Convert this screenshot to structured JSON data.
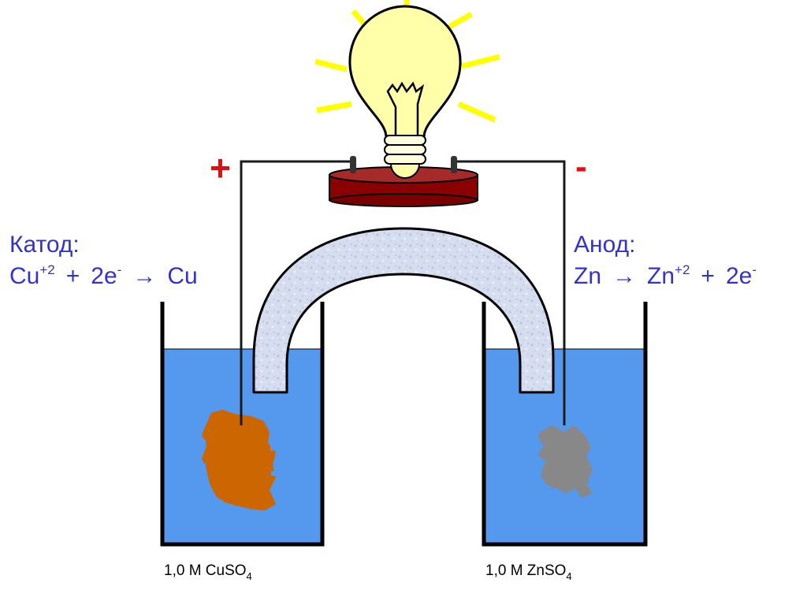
{
  "cathode": {
    "title": "Катод:",
    "eq_cu": "Cu",
    "eq_charge": "+2",
    "eq_plus": "+",
    "eq_2e": "2e",
    "eq_minus": "-",
    "eq_arrow": "→",
    "eq_product": "Cu"
  },
  "anode": {
    "title": "Анод:",
    "eq_zn": "Zn",
    "eq_arrow": "→",
    "eq_zn2": "Zn",
    "eq_charge": "+2",
    "eq_plus": "+",
    "eq_2e": "2e",
    "eq_minus": "-"
  },
  "terminals": {
    "positive": "+",
    "negative": "-"
  },
  "solutions": {
    "left": {
      "text": "1,0 M CuSO",
      "sub": "4"
    },
    "right": {
      "text": "1,0 M ZnSO",
      "sub": "4"
    }
  },
  "colors": {
    "solution": "#5599ee",
    "copper": "#cc6600",
    "zinc": "#888888",
    "bridge": "#d4dcec",
    "base": "#8b0000",
    "bulb": "#ffffaa",
    "rays": "#ffff00",
    "label": "#3333cc",
    "sign": "#e01010"
  },
  "icons": [
    "light-bulb-icon",
    "salt-bridge-icon"
  ]
}
